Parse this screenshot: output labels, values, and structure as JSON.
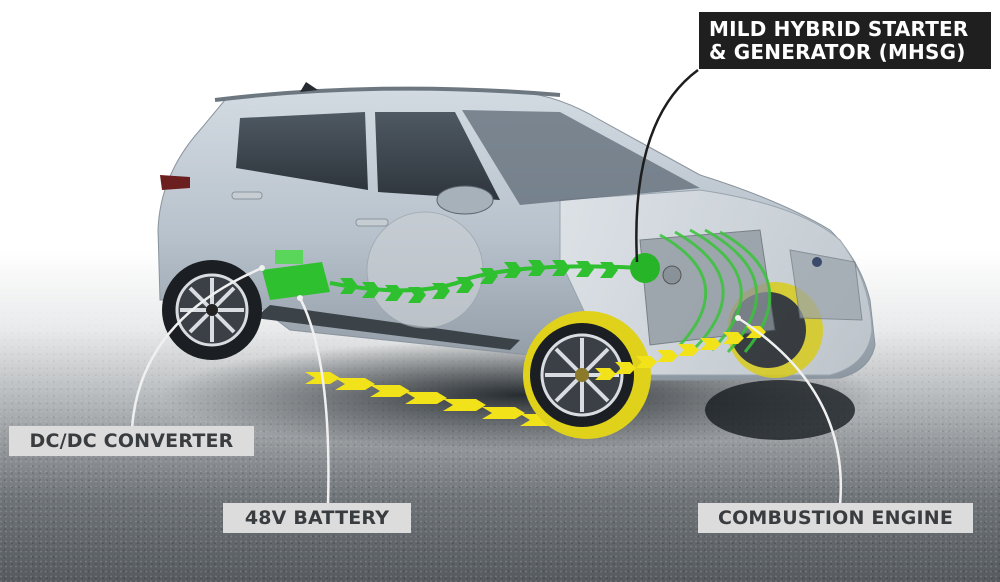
{
  "diagram": {
    "subject": "Mild hybrid SUV powertrain cutaway",
    "labels": {
      "mhsg_line1": "MILD HYBRID STARTER",
      "mhsg_line2": "& GENERATOR (MHSG)",
      "dcdc": "DC/DC CONVERTER",
      "battery": "48V BATTERY",
      "engine": "COMBUSTION ENGINE"
    },
    "colors": {
      "electric_flow": "#2fc02f",
      "mechanical_flow": "#f2e21a",
      "car_body": "#b8c2cc",
      "label_light_bg": "#dcdcdc",
      "label_dark_bg": "#1f1f1f",
      "label_text": "#3a3d40"
    }
  }
}
